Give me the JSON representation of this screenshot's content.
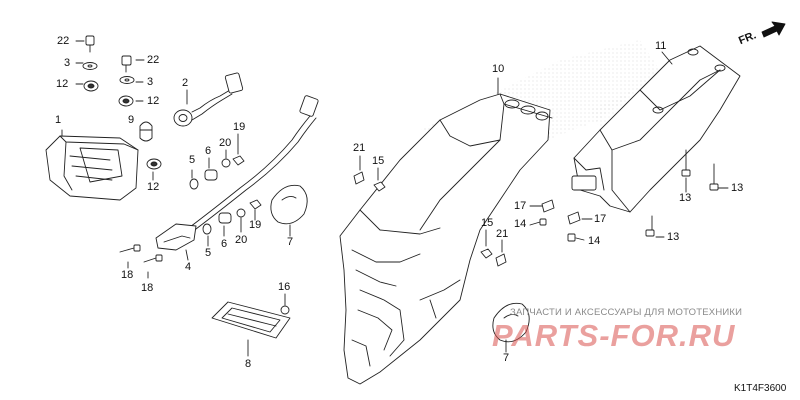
{
  "diagram": {
    "direction_label": "FR.",
    "drawing_code": "K1T4F3600",
    "watermark": {
      "caption": "ЗАПЧАСТИ И АКСЕССУАРЫ ДЛЯ МОТОТЕХНИКИ",
      "logo": "PARTS-FOR.RU"
    },
    "callouts": [
      {
        "id": "c1",
        "number": "1"
      },
      {
        "id": "c2",
        "number": "2"
      },
      {
        "id": "c3a",
        "number": "3"
      },
      {
        "id": "c3b",
        "number": "3"
      },
      {
        "id": "c4",
        "number": "4"
      },
      {
        "id": "c5a",
        "number": "5"
      },
      {
        "id": "c5b",
        "number": "5"
      },
      {
        "id": "c6a",
        "number": "6"
      },
      {
        "id": "c6b",
        "number": "6"
      },
      {
        "id": "c7a",
        "number": "7"
      },
      {
        "id": "c7b",
        "number": "7"
      },
      {
        "id": "c8",
        "number": "8"
      },
      {
        "id": "c9",
        "number": "9"
      },
      {
        "id": "c10",
        "number": "10"
      },
      {
        "id": "c11",
        "number": "11"
      },
      {
        "id": "c12a",
        "number": "12"
      },
      {
        "id": "c12b",
        "number": "12"
      },
      {
        "id": "c12c",
        "number": "12"
      },
      {
        "id": "c13a",
        "number": "13"
      },
      {
        "id": "c13b",
        "number": "13"
      },
      {
        "id": "c13c",
        "number": "13"
      },
      {
        "id": "c14a",
        "number": "14"
      },
      {
        "id": "c14b",
        "number": "14"
      },
      {
        "id": "c15a",
        "number": "15"
      },
      {
        "id": "c15b",
        "number": "15"
      },
      {
        "id": "c16",
        "number": "16"
      },
      {
        "id": "c17a",
        "number": "17"
      },
      {
        "id": "c17b",
        "number": "17"
      },
      {
        "id": "c18a",
        "number": "18"
      },
      {
        "id": "c18b",
        "number": "18"
      },
      {
        "id": "c19a",
        "number": "19"
      },
      {
        "id": "c19b",
        "number": "19"
      },
      {
        "id": "c20a",
        "number": "20"
      },
      {
        "id": "c20b",
        "number": "20"
      },
      {
        "id": "c21a",
        "number": "21"
      },
      {
        "id": "c21b",
        "number": "21"
      },
      {
        "id": "c22a",
        "number": "22"
      },
      {
        "id": "c22b",
        "number": "22"
      }
    ]
  }
}
